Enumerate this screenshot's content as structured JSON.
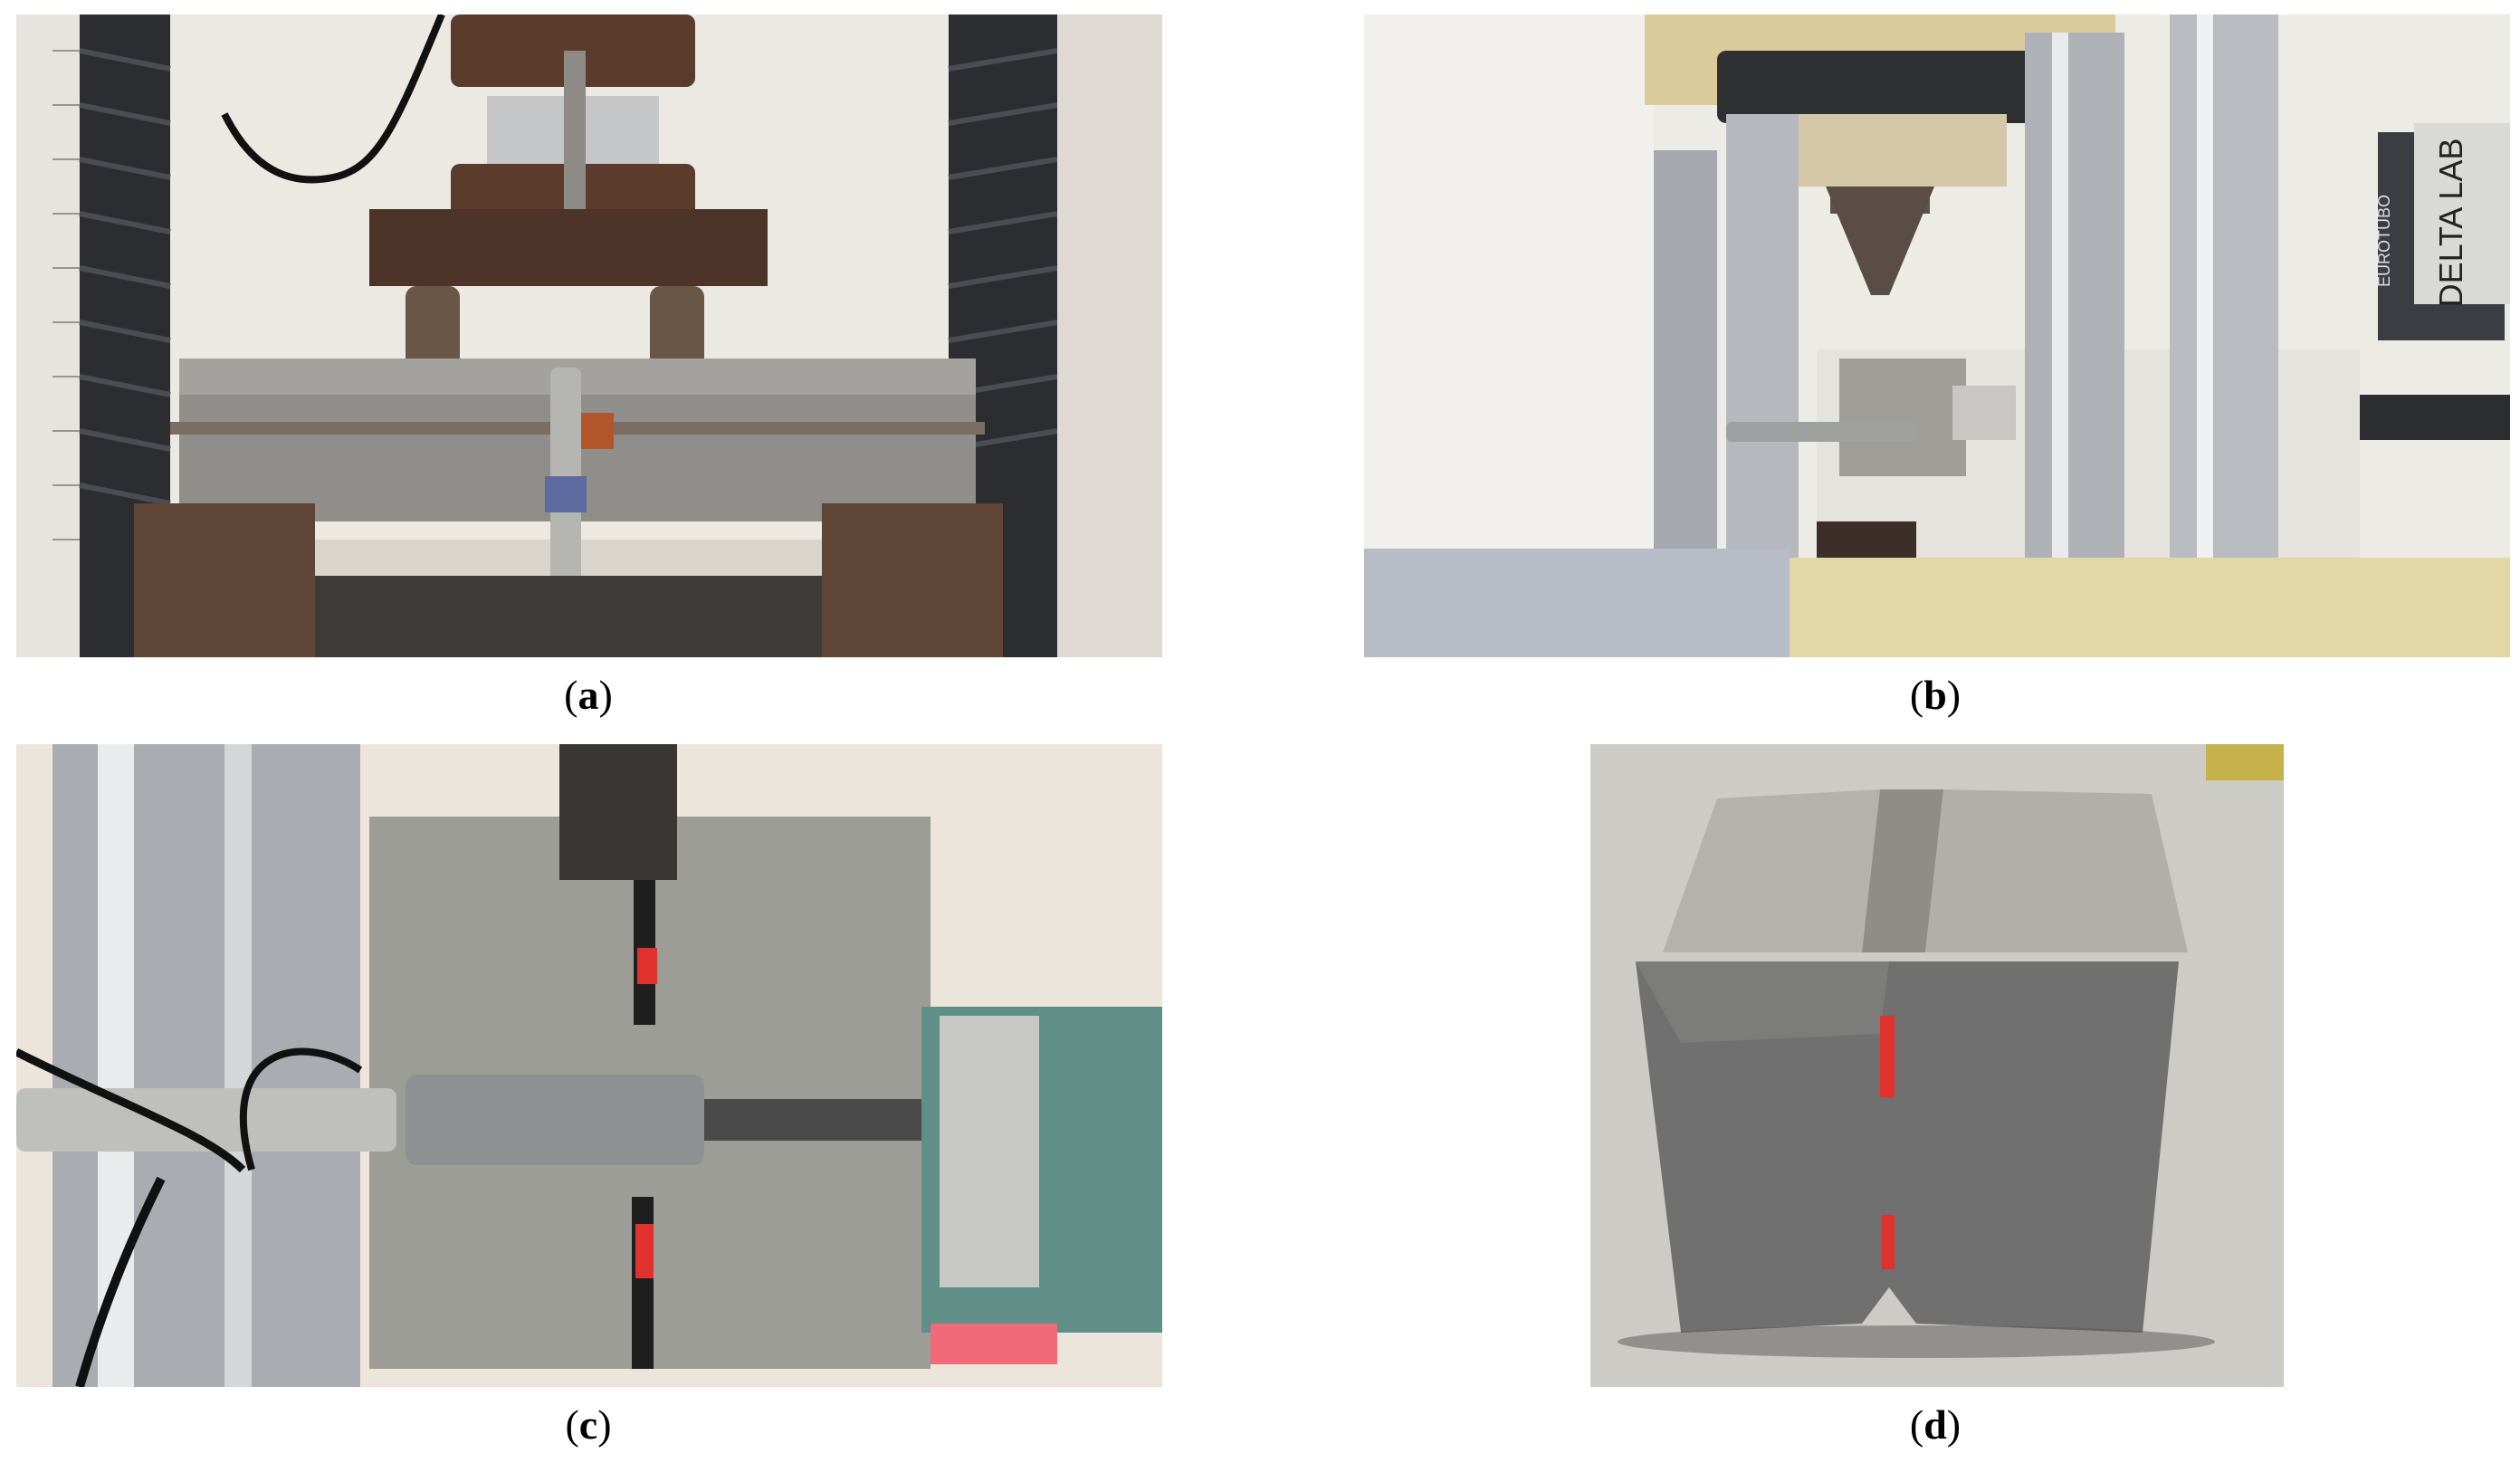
{
  "figure": {
    "panels": [
      {
        "id": "a",
        "caption_open": "(",
        "caption_letter": "a",
        "caption_close": ")"
      },
      {
        "id": "b",
        "caption_open": "(",
        "caption_letter": "b",
        "caption_close": ")"
      },
      {
        "id": "c",
        "caption_open": "(",
        "caption_letter": "c",
        "caption_close": ")"
      },
      {
        "id": "d",
        "caption_open": "(",
        "caption_letter": "d",
        "caption_close": ")"
      }
    ],
    "photo_b_box_label": "DELTA LAB",
    "photo_b_shelf_label": "EUROTUBO"
  },
  "colors": {
    "concrete": "#8d8d88",
    "steel": "#b9bcbf",
    "rust": "#6b4a37",
    "mark_red": "#e0312e",
    "green_plate": "#5f8f86"
  }
}
